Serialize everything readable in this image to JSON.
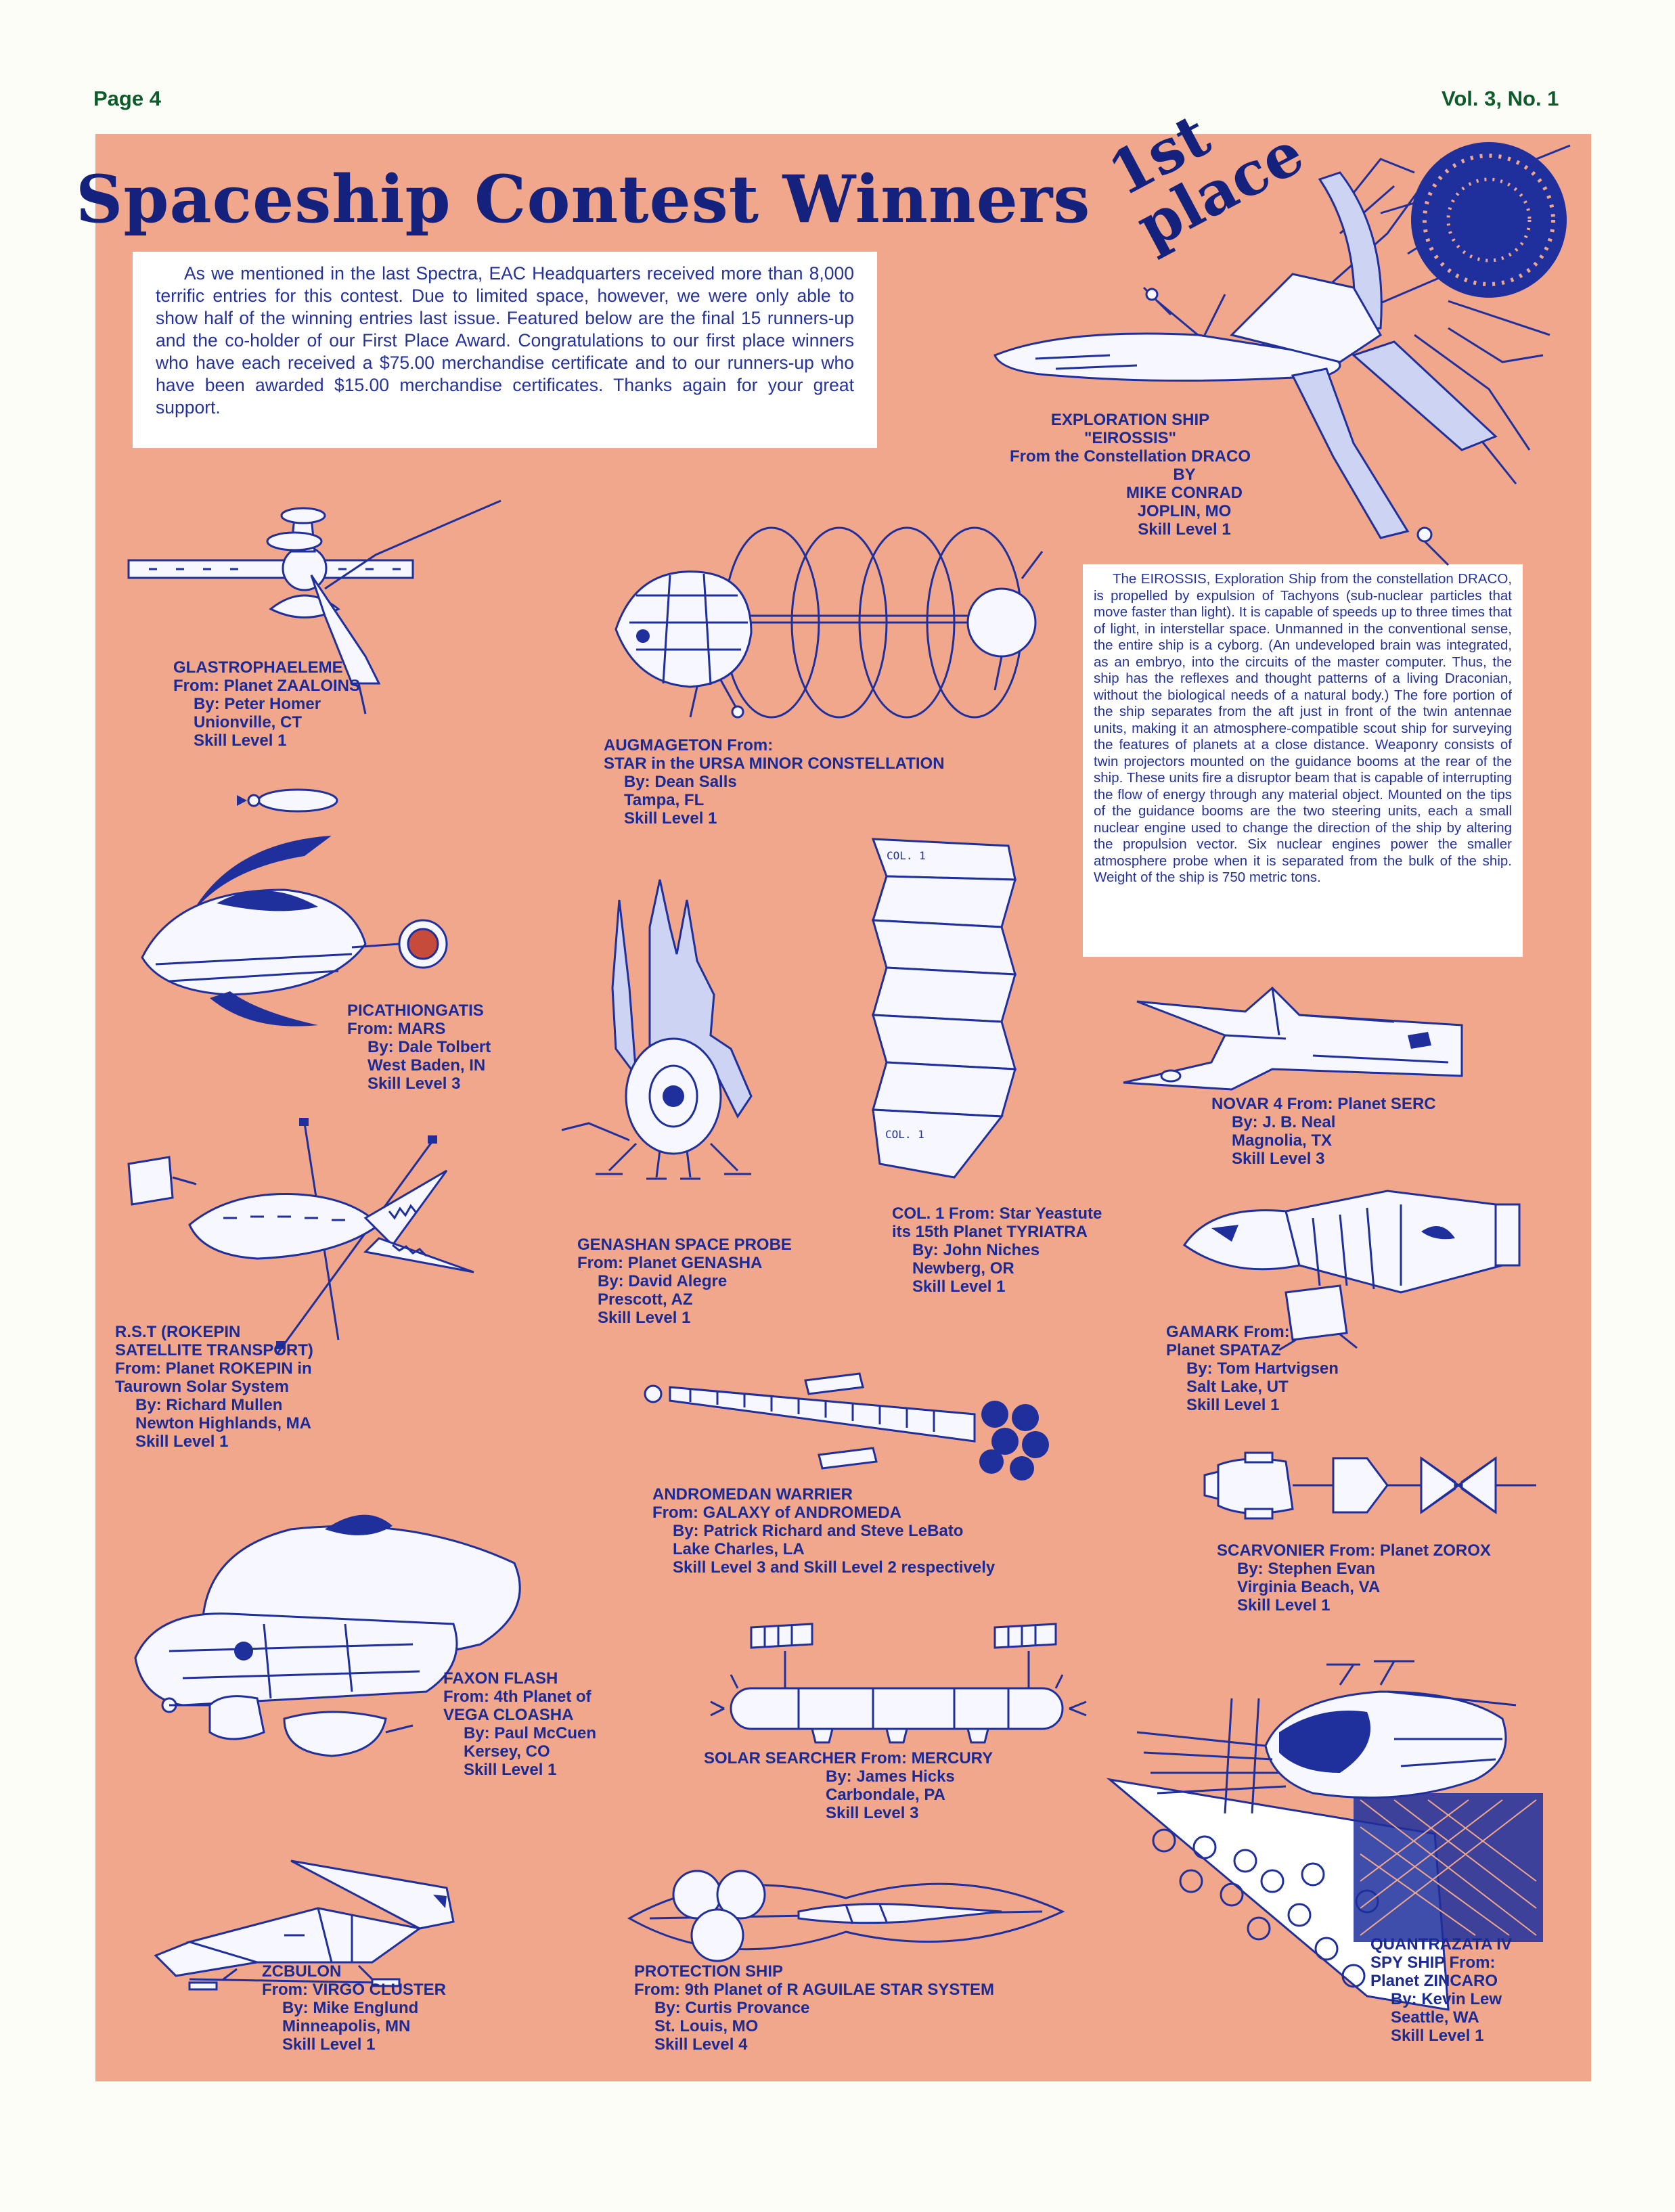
{
  "header": {
    "page": "Page 4",
    "volume": "Vol. 3, No. 1"
  },
  "title": "Spaceship Contest Winners",
  "first_place_label": "1st place",
  "intro": "As we mentioned in the last Spectra, EAC Headquarters received more than 8,000 terrific entries for this contest. Due to limited space, however, we were only able to show half of the winning entries last issue. Featured below are the final 15 runners-up and the co-holder of our First Place Award. Congratulations to our first place winners who have each received a $75.00 merchandise certificate and to our runners-up who have been awarded $15.00 merchandise certificates. Thanks again for your great support.",
  "winner": {
    "lines": [
      "EXPLORATION SHIP",
      "\"EIROSSIS\"",
      "From the Constellation DRACO",
      "BY",
      "MIKE CONRAD",
      "JOPLIN, MO",
      "Skill Level  1"
    ],
    "description": "The EIROSSIS, Exploration Ship from the constellation DRACO, is propelled by expulsion of Tachyons (sub-nuclear particles that move faster than light). It is capable of speeds up to three times that of light, in interstellar space. Unmanned in the conventional sense, the entire ship is a cyborg. (An undeveloped brain was integrated, as an embryo, into the circuits of the master computer. Thus, the ship has the reflexes and thought patterns of a living Draconian, without the biological needs of a natural body.) The fore portion of the ship separates from the aft just in front of the twin antennae units, making it an atmosphere-compatible scout ship for surveying the features of planets at a close distance. Weaponry consists of twin projectors mounted on the guidance booms at the rear of the ship. These units fire a disruptor beam that is capable of interrupting the flow of energy through any material object. Mounted on the tips of the guidance booms are the two steering units, each a small nuclear engine used to change the direction of the ship by altering the propulsion vector. Six nuclear engines power the smaller atmosphere probe when it is separated from the bulk of the ship. Weight of the ship is 750 metric tons."
  },
  "entries": [
    {
      "id": "glastro",
      "lines": [
        "GLASTROPHAELEME",
        "From: Planet ZAALOINS",
        "By: Peter Homer",
        "Unionville, CT",
        "Skill Level 1"
      ]
    },
    {
      "id": "augmageton",
      "lines": [
        "AUGMAGETON From:",
        "STAR in the URSA MINOR CONSTELLATION",
        "By: Dean Salls",
        "Tampa, FL",
        "Skill Level 1"
      ]
    },
    {
      "id": "picath",
      "lines": [
        "PICATHIONGATIS",
        "From: MARS",
        "By: Dale Tolbert",
        "West Baden, IN",
        "Skill Level 3"
      ]
    },
    {
      "id": "novar",
      "lines": [
        "NOVAR 4 From: Planet SERC",
        "By: J. B. Neal",
        "Magnolia, TX",
        "Skill Level 3"
      ]
    },
    {
      "id": "genashan",
      "lines": [
        "GENASHAN SPACE PROBE",
        "From: Planet GENASHA",
        "By: David Alegre",
        "Prescott, AZ",
        "Skill Level 1"
      ]
    },
    {
      "id": "col1",
      "lines": [
        "COL. 1  From: Star Yeastute",
        "its 15th Planet TYRIATRA",
        "By: John Niches",
        "Newberg, OR",
        "Skill Level 1"
      ]
    },
    {
      "id": "rst",
      "lines": [
        "R.S.T (ROKEPIN",
        "SATELLITE TRANSPORT)",
        "From: Planet ROKEPIN in",
        "Taurown Solar System",
        "By: Richard Mullen",
        "Newton Highlands, MA",
        "Skill Level 1"
      ]
    },
    {
      "id": "gamark",
      "lines": [
        "GAMARK From:",
        "Planet SPATAZ",
        "By: Tom Hartvigsen",
        "Salt Lake, UT",
        "Skill Level 1"
      ]
    },
    {
      "id": "andromedan",
      "lines": [
        "ANDROMEDAN WARRIER",
        "From: GALAXY of ANDROMEDA",
        "By: Patrick Richard and Steve LeBato",
        "Lake Charles, LA",
        "Skill Level 3 and Skill Level 2 respectively"
      ]
    },
    {
      "id": "scarvonier",
      "lines": [
        "SCARVONIER From: Planet ZOROX",
        "By: Stephen Evan",
        "Virginia Beach, VA",
        "Skill Level 1"
      ]
    },
    {
      "id": "faxon",
      "lines": [
        "FAXON FLASH",
        "From: 4th Planet of",
        "VEGA CLOASHA",
        "By: Paul McCuen",
        "Kersey, CO",
        "Skill Level 1"
      ]
    },
    {
      "id": "solar",
      "lines": [
        "SOLAR SEARCHER From: MERCURY",
        "By: James Hicks",
        "Carbondale, PA",
        "Skill Level 3"
      ]
    },
    {
      "id": "zcbulon",
      "lines": [
        "ZCBULON",
        "From: VIRGO CLUSTER",
        "By: Mike Englund",
        "Minneapolis, MN",
        "Skill Level 1"
      ]
    },
    {
      "id": "protection",
      "lines": [
        "PROTECTION SHIP",
        "From: 9th Planet of R AGUILAE STAR SYSTEM",
        "By: Curtis Provance",
        "St. Louis, MO",
        "Skill Level 4"
      ]
    },
    {
      "id": "quantrazata",
      "lines": [
        "QUANTRAZATA IV",
        "SPY SHIP From:",
        "Planet ZINCARO",
        "By: Kevin Lew",
        "Seattle, WA",
        "Skill Level 1"
      ]
    }
  ],
  "drawing_labels": {
    "col1_top": "COL. 1",
    "col1_bottom": "COL. 1"
  },
  "colors": {
    "panel": "#f0a78c",
    "ink": "#1f2f9c",
    "title": "#14217d",
    "header": "#0d5a2a"
  }
}
